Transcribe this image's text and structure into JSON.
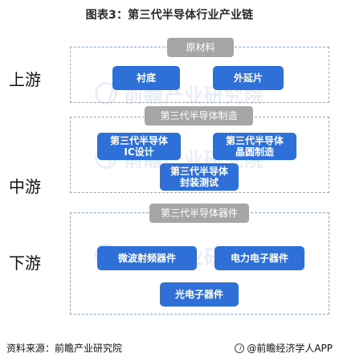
{
  "title": "图表3：第三代半导体行业产业链",
  "stages": {
    "upstream": "上游",
    "midstream": "中游",
    "downstream": "下游"
  },
  "headers": {
    "upstream": "原材料",
    "midstream": "第三代半导体制造",
    "downstream": "第三代半导体器件"
  },
  "nodes": {
    "substrate": "衬底",
    "epitaxial": "外延片",
    "ic_design_line1": "第三代半导体",
    "ic_design_line2": "IC设计",
    "wafer_line1": "第三代半导体",
    "wafer_line2": "晶圆制造",
    "packaging_line1": "第三代半导体",
    "packaging_line2": "封装测试",
    "rf_device": "微波射频器件",
    "power_device": "电力电子器件",
    "optoelectronic": "光电子器件"
  },
  "watermark": {
    "text": "前瞻产业研究院",
    "icon": "brand-logo-icon"
  },
  "footer": {
    "source": "资料来源：前瞻产业研究院",
    "brand": "@前瞻经济学人APP",
    "brand_icon": "brand-logo-icon"
  },
  "colors": {
    "node_blue": "#2f6fd8",
    "header_gray": "#a6a6a6",
    "dashed_border": "#8ea7d8",
    "text_dark": "#111111"
  }
}
